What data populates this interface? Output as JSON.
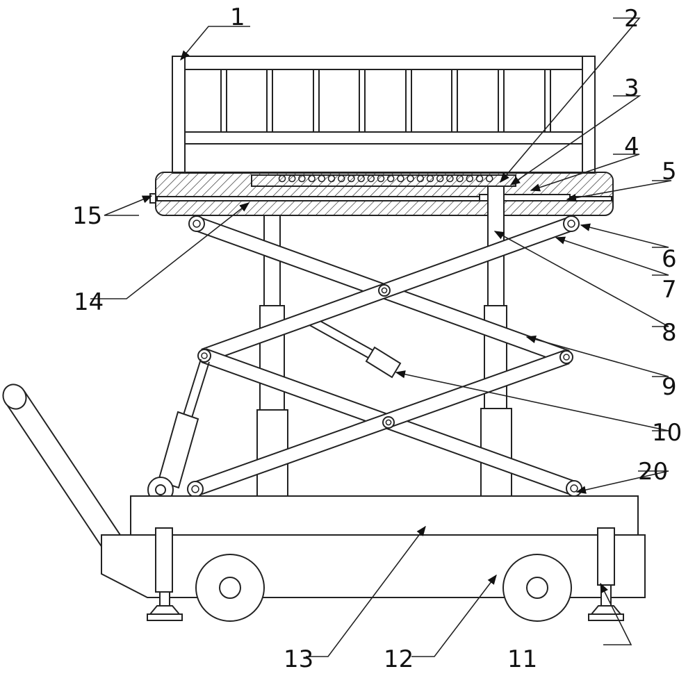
{
  "figure": {
    "part_numbers": [
      "1",
      "2",
      "3",
      "4",
      "5",
      "6",
      "7",
      "8",
      "9",
      "10",
      "11",
      "12",
      "13",
      "14",
      "15",
      "20"
    ]
  },
  "colors": {
    "line": "#222222",
    "background": "#ffffff"
  }
}
